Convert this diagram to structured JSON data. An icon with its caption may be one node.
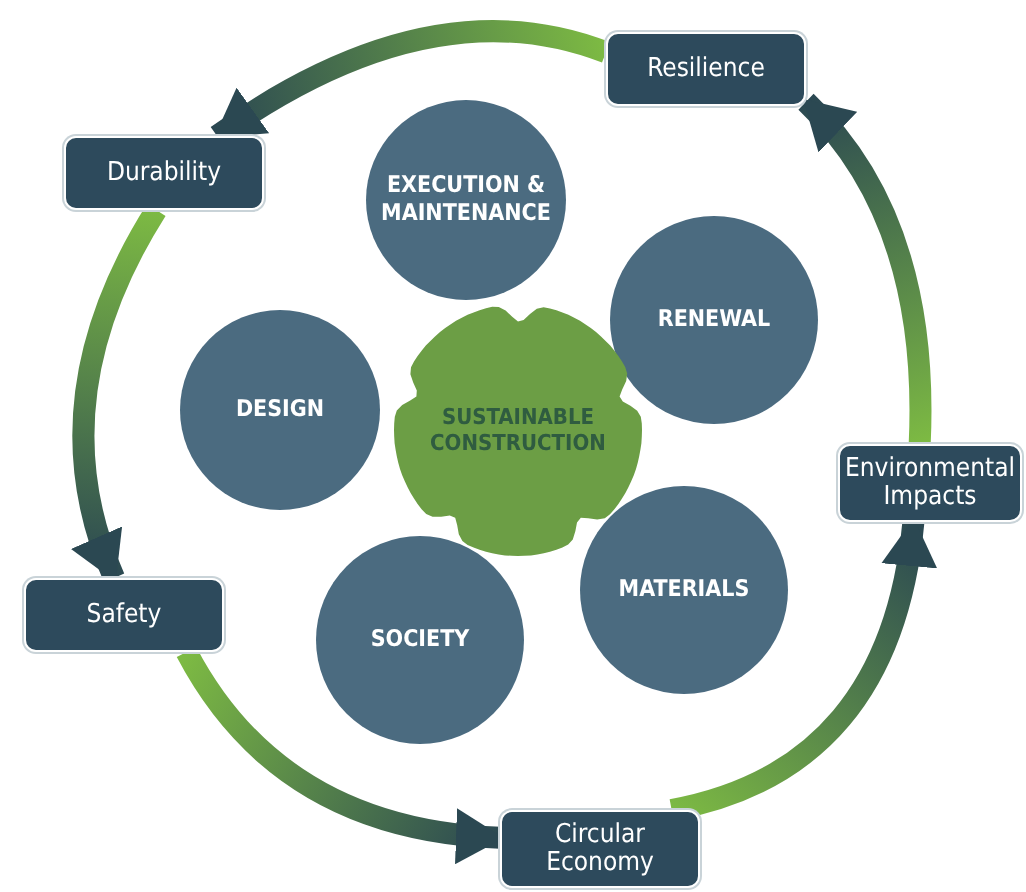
{
  "diagram": {
    "nodes": [
      {
        "text": [
          "Resilience"
        ]
      },
      {
        "text": [
          "Durability"
        ]
      },
      {
        "text": [
          "EXECUTION & MAINTENANCE"
        ]
      },
      {
        "text": [
          "RENEWAL"
        ]
      },
      {
        "text": [
          "DESIGN"
        ]
      },
      {
        "text": [
          "SUSTAINABLE CONSTRUCTION"
        ]
      },
      {
        "text": [
          "Environmental Impacts"
        ]
      },
      {
        "text": [
          "Safety"
        ]
      },
      {
        "text": [
          "MATERIALS"
        ]
      },
      {
        "text": [
          "SOCIETY"
        ]
      },
      {
        "text": [
          "Circular Economy"
        ]
      }
    ],
    "edges": [
      {
        "from": 0,
        "to": 1,
        "arrow": "to"
      },
      {
        "from": 1,
        "to": 7,
        "arrow": "to"
      },
      {
        "from": 7,
        "to": 10,
        "arrow": "to"
      },
      {
        "from": 10,
        "to": 6,
        "arrow": "to"
      },
      {
        "from": 6,
        "to": 0,
        "arrow": "to"
      }
    ]
  }
}
